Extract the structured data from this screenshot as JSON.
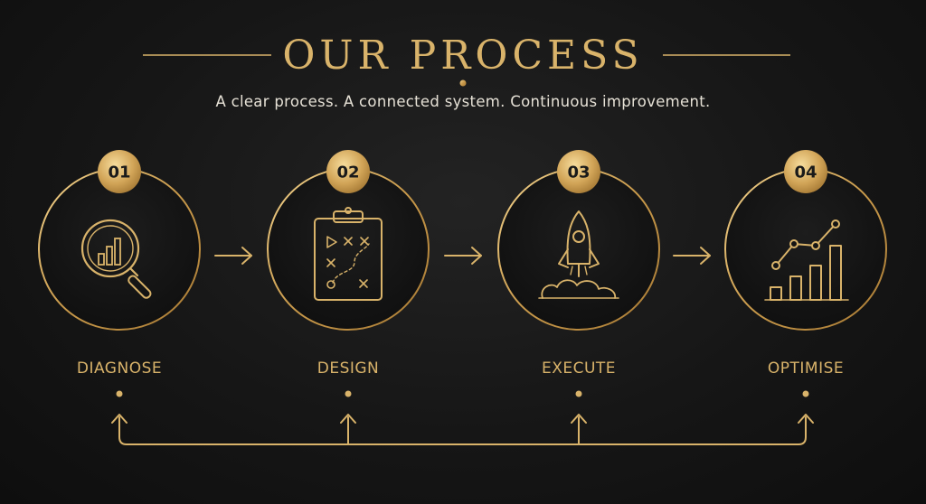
{
  "header": {
    "title": "OUR PROCESS",
    "subtitle": "A clear process. A connected system. Continuous improvement."
  },
  "steps": [
    {
      "number": "01",
      "label": "DIAGNOSE",
      "icon": "magnifier-chart-icon"
    },
    {
      "number": "02",
      "label": "DESIGN",
      "icon": "clipboard-strategy-icon"
    },
    {
      "number": "03",
      "label": "EXECUTE",
      "icon": "rocket-icon"
    },
    {
      "number": "04",
      "label": "OPTIMISE",
      "icon": "growth-chart-icon"
    }
  ],
  "colors": {
    "gold": "#d9b36a",
    "background": "#141414",
    "text_light": "#e6e1d6"
  }
}
